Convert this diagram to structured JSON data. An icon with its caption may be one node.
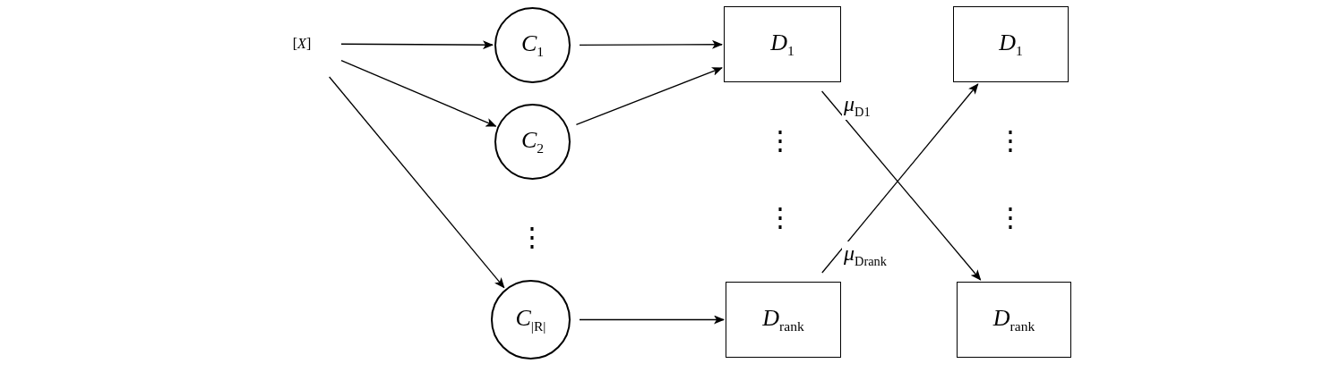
{
  "diagram": {
    "nodes": [
      {
        "text": [
          "[*X*]"
        ]
      },
      {
        "text": [
          "*C*$_{1}$"
        ]
      },
      {
        "text": [
          "*C*$_{2}$"
        ]
      },
      {
        "text": [
          "*C*$_{|R|}$"
        ]
      },
      {
        "text": [
          "*D*$_{1}$"
        ]
      },
      {
        "text": [
          "*D*$_{rank}$"
        ]
      },
      {
        "text": [
          "*D*$_{1}$"
        ]
      },
      {
        "text": [
          "*D*$_{rank}$"
        ]
      }
    ],
    "edges": [
      {
        "from": 0,
        "to": 1,
        "arrow": "to"
      },
      {
        "from": 0,
        "to": 2,
        "arrow": "to"
      },
      {
        "from": 0,
        "to": 3,
        "arrow": "to"
      },
      {
        "from": 1,
        "to": 4,
        "arrow": "to"
      },
      {
        "from": 2,
        "to": 4,
        "arrow": "to"
      },
      {
        "from": 3,
        "to": 5,
        "arrow": "to"
      },
      {
        "from": 4,
        "to": 7,
        "arrow": "to",
        "label": "*μ*$_{D1}$"
      },
      {
        "from": 5,
        "to": 6,
        "arrow": "to",
        "label": "*μ*$_{Drank}$"
      }
    ],
    "labels": [
      "⋮",
      "⋮",
      "⋮",
      "⋮",
      "⋮"
    ]
  }
}
